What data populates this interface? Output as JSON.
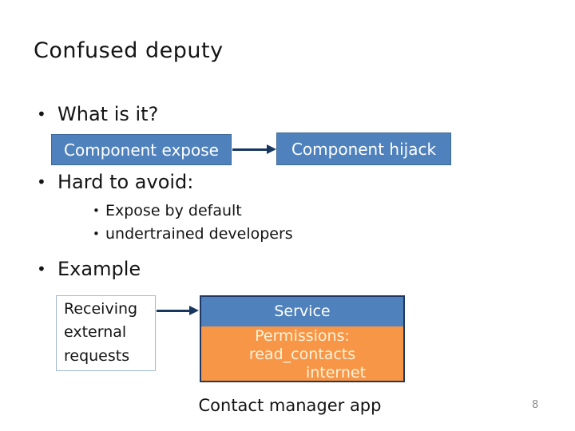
{
  "slide": {
    "title": "Confused deputy",
    "bullet_char": "•",
    "bullets": {
      "what": "What is it?",
      "hard": "Hard to avoid:",
      "sub1": "Expose by default",
      "sub2": "undertrained developers",
      "example": "Example"
    },
    "diagram_top": {
      "box_expose": "Component expose",
      "box_hijack": "Component hijack"
    },
    "diagram_example": {
      "box_receiving": "Receiving\nexternal\nrequests",
      "service_label": "Service",
      "permissions_line1": "Permissions:",
      "permissions_line2": "read_contacts",
      "permissions_line3": "internet",
      "caption": "Contact manager app"
    },
    "page_number": "8",
    "colors": {
      "box_blue": "#4f81bd",
      "box_blue_border": "#3d6a99",
      "box_orange": "#f79646",
      "arrow_navy": "#17375e",
      "light_box_border": "#9fb8d1",
      "stacked_box_border": "#1f3864",
      "cream_text": "#fdf3dc",
      "page_number_gray": "#8c8c8c"
    }
  }
}
